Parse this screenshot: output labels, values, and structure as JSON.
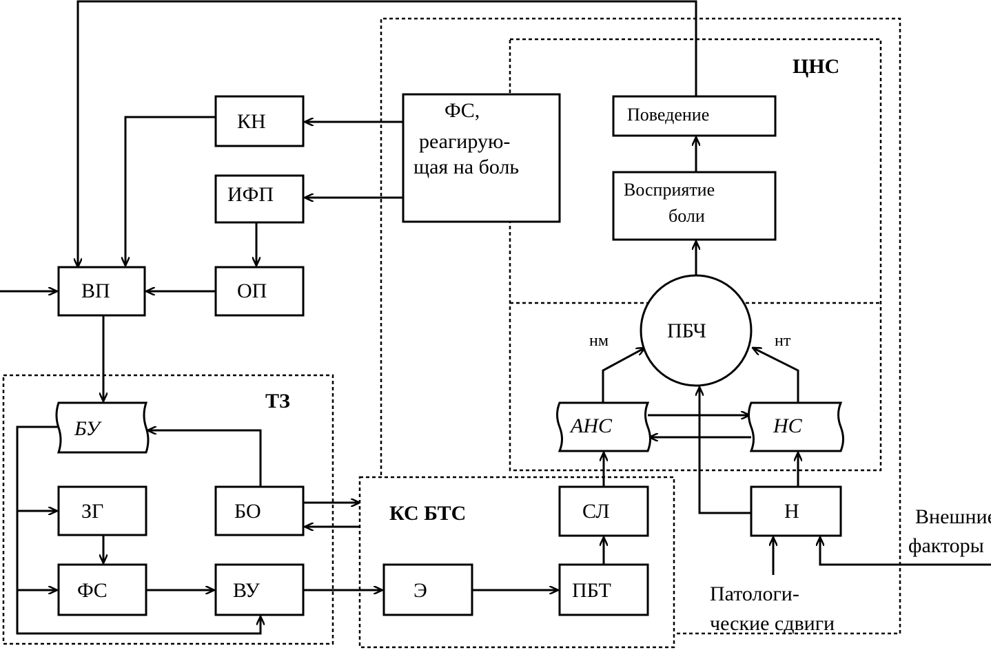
{
  "regions": {
    "cns": "ЦНС",
    "tz": "ТЗ",
    "ks_bts": "КС БТС"
  },
  "blocks": {
    "fs_pain": [
      "ФС,",
      "реагирую-",
      "щая на боль"
    ],
    "kn": "КН",
    "ifp": "ИФП",
    "vp": "ВП",
    "op": "ОП",
    "behavior": "Поведение",
    "perception": [
      "Восприятие",
      "боли"
    ],
    "pbch": "ПБЧ",
    "ans": "АНС",
    "ns": "НС",
    "sl": "СЛ",
    "n": "Н",
    "e": "Э",
    "pbt": "ПБТ",
    "bu": "БУ",
    "zg": "ЗГ",
    "bo": "БО",
    "fs": "ФС",
    "vu": "ВУ"
  },
  "edge_labels": {
    "nm": "нм",
    "nt": "нт"
  },
  "inputs": {
    "pathological": [
      "Патологи-",
      "ческие сдвиги"
    ],
    "external": [
      "Внешние",
      "факторы"
    ]
  }
}
